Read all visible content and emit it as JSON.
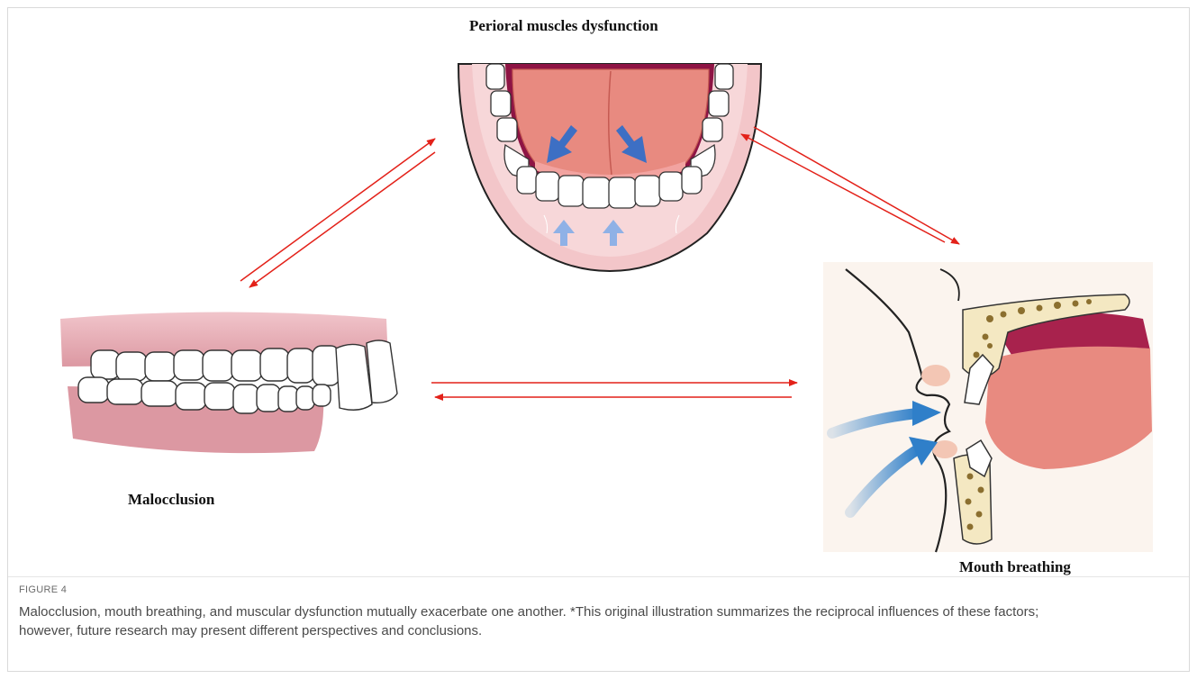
{
  "figure": {
    "label": "FIGURE 4",
    "caption": "Malocclusion, mouth breathing, and muscular dysfunction mutually exacerbate one another. *This original illustration summarizes the reciprocal influences of these factors; however, future research may present different perspectives and conclusions."
  },
  "nodes": {
    "perioral": {
      "label": "Perioral muscles dysfunction"
    },
    "malocclusion": {
      "label": "Malocclusion"
    },
    "mouth_breathing": {
      "label": "Mouth breathing"
    }
  },
  "colors": {
    "arrow": "#e32119",
    "gum": "#e6a8b0",
    "tooth": "#ffffff",
    "tongue": "#e88a80",
    "lip": "#f3c6c9",
    "throat": "#a8224d",
    "bone": "#f4e8c2",
    "air_arrow": "#2f7fc9",
    "muscle_arrow": "#3d6fc4",
    "light_arrow": "#8fb1e6"
  },
  "icons": {
    "mouth": "open-mouth-illustration",
    "teeth": "teeth-side-illustration",
    "profile": "mouth-breathing-profile-illustration"
  }
}
